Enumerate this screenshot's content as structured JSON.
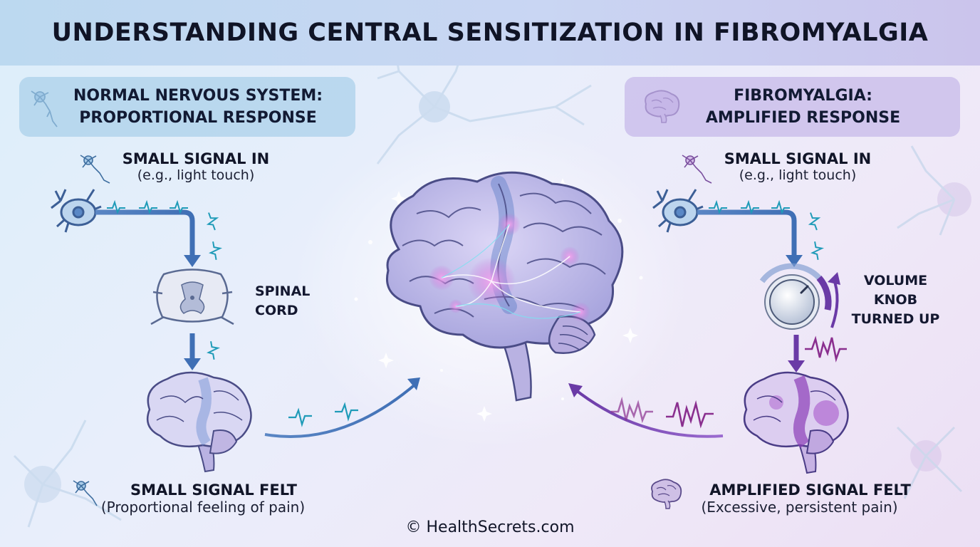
{
  "title": "UNDERSTANDING CENTRAL SENSITIZATION IN FIBROMYALGIA",
  "left": {
    "header_line1": "NORMAL NERVOUS SYSTEM:",
    "header_line2": "PROPORTIONAL RESPONSE",
    "signal_in_title": "SMALL SIGNAL IN",
    "signal_in_example": "(e.g., light touch)",
    "spinal_line1": "SPINAL",
    "spinal_line2": "CORD",
    "felt_title": "SMALL SIGNAL FELT",
    "felt_desc": "(Proportional feeling of pain)"
  },
  "right": {
    "header_line1": "FIBROMYALGIA:",
    "header_line2": "AMPLIFIED RESPONSE",
    "signal_in_title": "SMALL SIGNAL IN",
    "signal_in_example": "(e.g., light touch)",
    "knob_line1": "VOLUME",
    "knob_line2": "KNOB",
    "knob_line3": "TURNED UP",
    "felt_title": "AMPLIFIED SIGNAL FELT",
    "felt_desc": "(Excessive, persistent pain)"
  },
  "footer": "© HealthSecrets.com",
  "colors": {
    "normal_accent": "#4f7fc0",
    "signal_teal": "#1f9bb8",
    "amplified_accent": "#6a3aa6",
    "amplified_signal": "#8a2f8f"
  }
}
